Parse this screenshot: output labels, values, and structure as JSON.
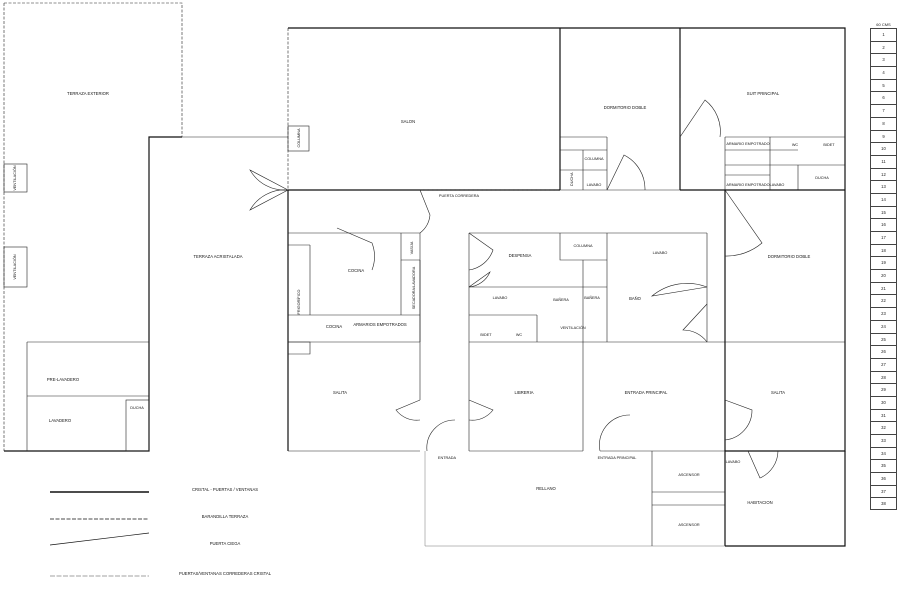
{
  "rooms": {
    "terraza_exterior": "TERRAZA EXTERIOR",
    "ventilacion_1": "VENTILACIÓN",
    "ventilacion_2": "VENTILACIÓN",
    "columna_salon": "COLUMNA",
    "salon": "SALON",
    "dormitorio_doble_1": "DORMITORIO DOBLE",
    "columna_1": "COLUMNA",
    "ducha_1": "DUCHA",
    "lavabo_1": "LAVABO",
    "suit_principal": "SUIT PRINCIPAL",
    "armario_empotrado_1": "ARMARIO EMPOTRADO",
    "wc_1": "WC",
    "bidet_1": "BIDET",
    "armario_empotrado_2": "ARMARIO EMPOTRADO",
    "lavabo_2": "LAVABO",
    "ducha_2": "DUCHA",
    "puerta_corredera": "PUERTA CORREDERA",
    "terraza_acristalada": "TERRAZA ACRISTALADA",
    "cocina_1": "COCINA",
    "vasija": "VASIJA",
    "frigorifico": "FRIGORÍFICO",
    "secadora_lavadora": "SECADORA/LAVADORA",
    "cocina_2": "COCINA",
    "armarios_empotrados": "ARMARIOS EMPOTRADOS",
    "despensa": "DESPENSA",
    "columna_2": "COLUMNA",
    "lavabo_3": "LAVABO",
    "lavabo_4": "LAVABO",
    "banera_1": "BAÑERA",
    "banera_2": "BAÑERA",
    "bano": "BAÑO",
    "bidet_2": "BIDET",
    "wc_2": "WC",
    "ventilacion_3": "VENTILACIÓN",
    "dormitorio_doble_2": "DORMITORIO DOBLE",
    "pre_lavadero": "PRE-LAVADERO",
    "lavadero": "LAVADERO",
    "ducha_3": "DUCHA",
    "salita_1": "SALITA",
    "libreria": "LIBRERIA",
    "entrada_principal_1": "ENTRADA PRINCIPAL",
    "salita_2": "SALITA",
    "entrada": "ENTRADA",
    "entrada_principal_2": "ENTRADA PRINCIPAL",
    "lavabo_5": "LAVABO",
    "rellano": "RELLANO",
    "ascensor_1": "ASCENSOR",
    "ascensor_2": "ASCENSOR",
    "habitacion": "HABITACION"
  },
  "legend": [
    {
      "label": "CRISTAL - PUERTAS / VENTANAS",
      "style": "solid"
    },
    {
      "label": "BARANDILLA  TERRAZA",
      "style": "dashed"
    },
    {
      "label": "PUERTA CIEGA",
      "style": "diagonal"
    },
    {
      "label": "PUERTAS/VENTANAS CORREDERAS CRISTAL",
      "style": "dashed-light"
    }
  ],
  "scale": {
    "header": "60 CMS",
    "rows": [
      "1",
      "2",
      "3",
      "4",
      "5",
      "6",
      "7",
      "8",
      "9",
      "10",
      "11",
      "12",
      "13",
      "14",
      "15",
      "16",
      "17",
      "18",
      "19",
      "20",
      "21",
      "22",
      "23",
      "24",
      "25",
      "26",
      "27",
      "28",
      "29",
      "30",
      "31",
      "32",
      "33",
      "34",
      "35",
      "36",
      "37",
      "38"
    ]
  },
  "colors": {
    "line": "#111111",
    "background": "#ffffff"
  }
}
